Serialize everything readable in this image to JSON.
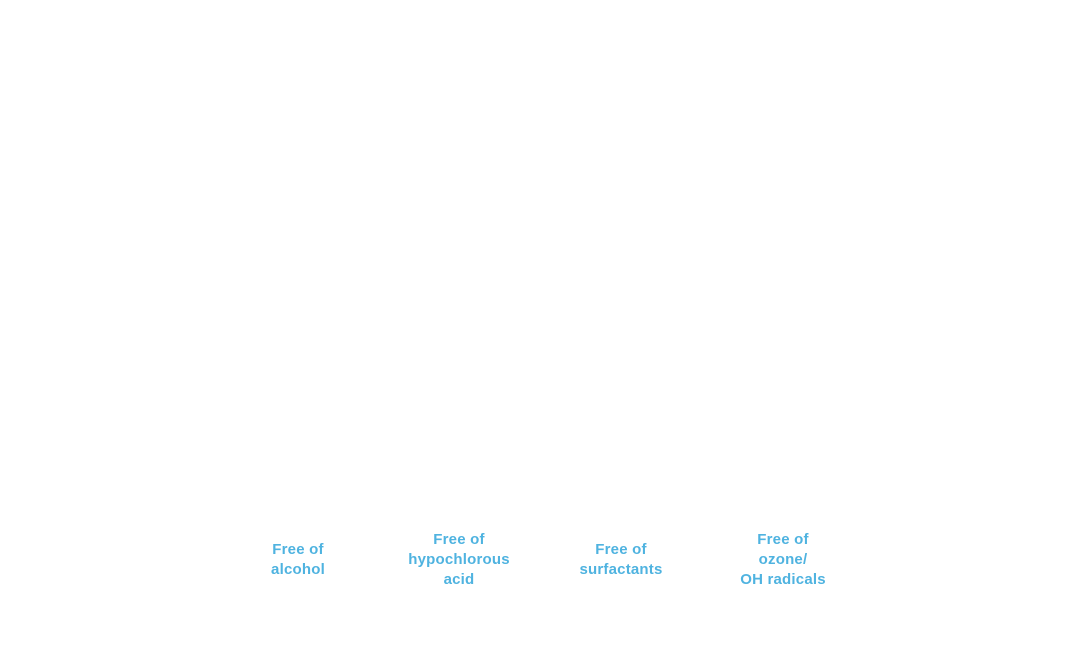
{
  "features": [
    {
      "lines": [
        "Free of",
        "alcohol"
      ]
    },
    {
      "lines": [
        "Free of",
        "hypochlorous",
        "acid"
      ]
    },
    {
      "lines": [
        "Free of",
        "surfactants"
      ]
    },
    {
      "lines": [
        "Free of",
        "ozone/",
        "OH radicals"
      ]
    }
  ],
  "colors": {
    "label": "#4fb3e0",
    "background": "#ffffff"
  }
}
